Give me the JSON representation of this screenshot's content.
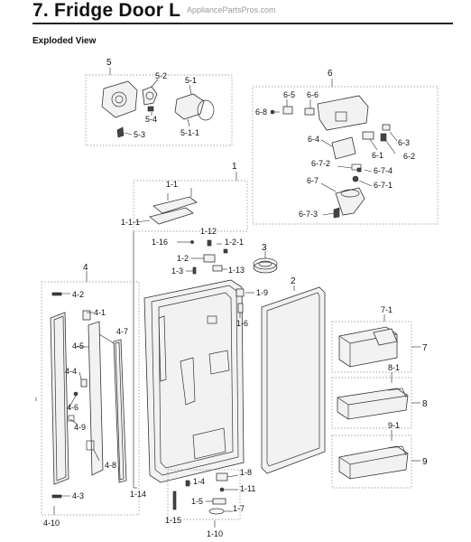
{
  "header": {
    "title": "7.  Fridge Door L",
    "watermark": "AppliancePartsPros.com",
    "subtitle": "Exploded View"
  },
  "labels": {
    "l5": "5",
    "l5_1": "5-1",
    "l5_2": "5-2",
    "l5_3": "5-3",
    "l5_4": "5-4",
    "l5_1_1": "5-1-1",
    "l6": "6",
    "l6_1": "6-1",
    "l6_2": "6-2",
    "l6_3": "6-3",
    "l6_4": "6-4",
    "l6_5": "6-5",
    "l6_6": "6-6",
    "l6_7": "6-7",
    "l6_8": "6-8",
    "l6_7_1": "6-7-1",
    "l6_7_2": "6-7-2",
    "l6_7_3": "6-7-3",
    "l6_7_4": "6-7-4",
    "l1": "1",
    "l1_1": "1-1",
    "l1_1_1": "1-1-1",
    "l1_12": "1-12",
    "l1_16": "1-16",
    "l1_2_1": "1-2-1",
    "l1_2": "1-2",
    "l1_3": "1-3",
    "l1_13": "1-13",
    "l1_9": "1-9",
    "l1_6": "1-6",
    "l1_8": "1-8",
    "l1_4": "1-4",
    "l1_11": "1-11",
    "l1_5": "1-5",
    "l1_7": "1-7",
    "l1_14": "1-14",
    "l1_15": "1-15",
    "l1_10": "1-10",
    "l2": "2",
    "l3": "3",
    "l4": "4",
    "l4_1": "4-1",
    "l4_2": "4-2",
    "l4_3": "4-3",
    "l4_4": "4-4",
    "l4_5": "4-5",
    "l4_6": "4-6",
    "l4_7": "4-7",
    "l4_8": "4-8",
    "l4_9": "4-9",
    "l4_10": "4-10",
    "l7": "7",
    "l7_1": "7-1",
    "l8": "8",
    "l8_1": "8-1",
    "l9": "9",
    "l9_1": "9-1"
  }
}
